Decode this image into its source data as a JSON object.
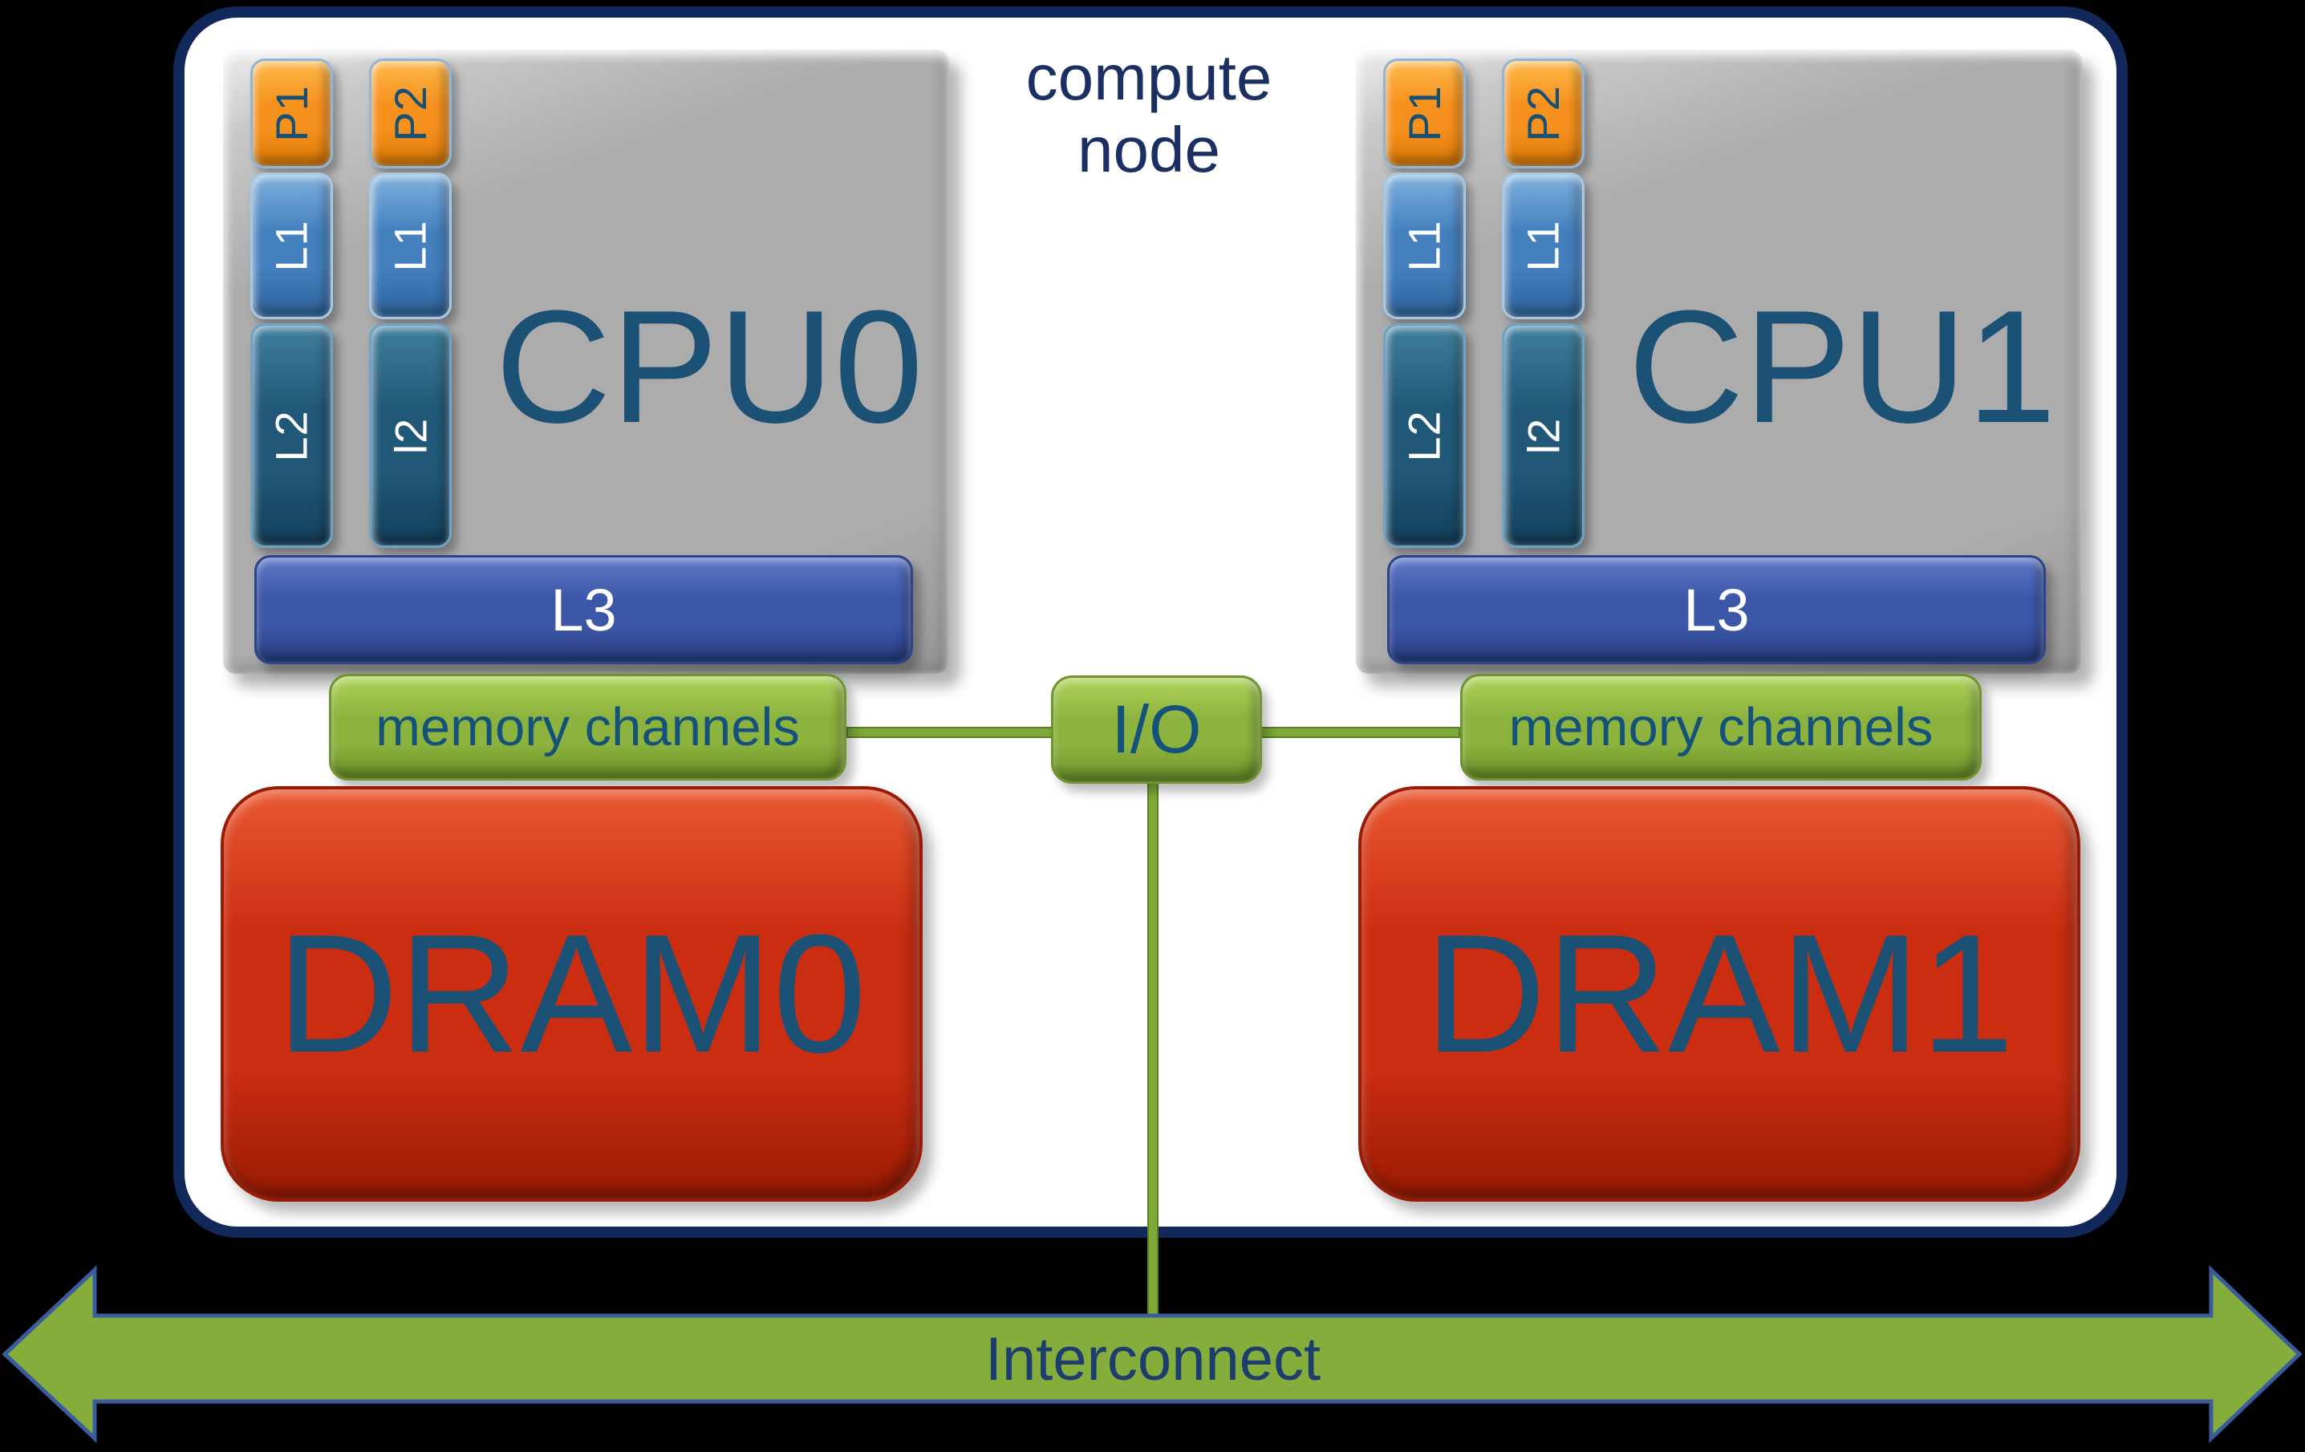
{
  "compute_node": {
    "line1": "compute",
    "line2": "node"
  },
  "cpu0": {
    "label": "CPU0",
    "core1": {
      "p": "P1",
      "l1": "L1",
      "l2": "L2"
    },
    "core2": {
      "p": "P2",
      "l1": "L1",
      "l2": "l2"
    },
    "l3": "L3",
    "memory": "memory channels",
    "dram": "DRAM0"
  },
  "cpu1": {
    "label": "CPU1",
    "core1": {
      "p": "P1",
      "l1": "L1",
      "l2": "L2"
    },
    "core2": {
      "p": "P2",
      "l1": "L1",
      "l2": "l2"
    },
    "l3": "L3",
    "memory": "memory channels",
    "dram": "DRAM1"
  },
  "io": {
    "label": "I/O"
  },
  "interconnect": {
    "label": "Interconnect"
  },
  "colors": {
    "bg": "#000000",
    "node-border": "#12275A",
    "title": "#1B2F63",
    "gray": "#ACACAC",
    "orange": "#F6911D",
    "l1": "#4480BE",
    "l2": "#215878",
    "l3": "#3D57A8",
    "green": "#8CB33E",
    "line": "#7CA93A",
    "arrow": "#85AD3C",
    "arrow-border": "#3A5B9E",
    "red": "#CB2D11",
    "label-steel": "#1C5176",
    "mem-text": "#15527B",
    "ic-text": "#1D3D6E"
  }
}
